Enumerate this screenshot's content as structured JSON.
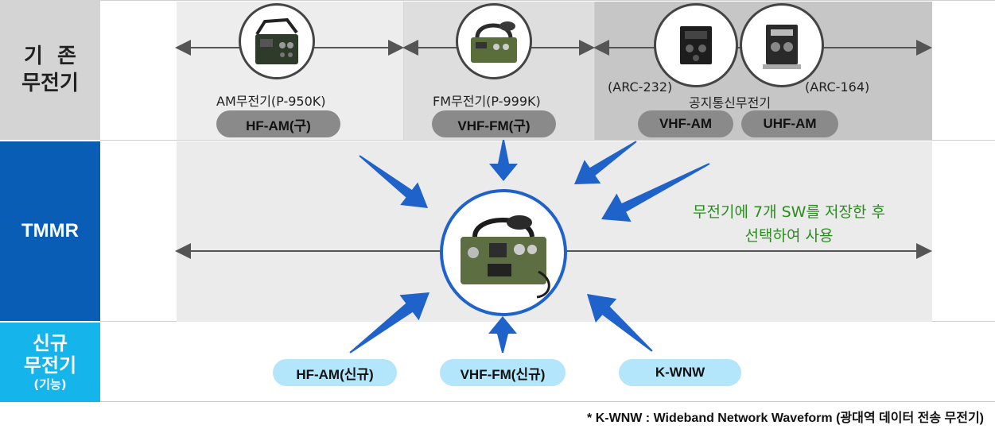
{
  "rows": {
    "existing": {
      "label_line1": "기  존",
      "label_line2": "무전기"
    },
    "tmmr": {
      "label": "TMMR"
    },
    "new": {
      "label_line1": "신규",
      "label_line2": "무전기",
      "label_line3": "(기능)"
    }
  },
  "existing_radios": {
    "am": {
      "caption": "AM무전기(P-950K)",
      "badge": "HF-AM(구)"
    },
    "fm": {
      "caption": "FM무전기(P-999K)",
      "badge": "VHF-FM(구)"
    },
    "air": {
      "caption": "공지통신무전기",
      "left_model": "(ARC-232)",
      "right_model": "(ARC-164)",
      "badge_left": "VHF-AM",
      "badge_right": "UHF-AM"
    }
  },
  "tmmr_note": {
    "line1": "무전기에 7개 SW를 저장한 후",
    "line2": "선택하여 사용"
  },
  "new_radios": {
    "hf": "HF-AM(신규)",
    "vhf": "VHF-FM(신규)",
    "wnw": "K-WNW"
  },
  "footnote": "* K-WNW : Wideband Network Waveform (광대역 데이터 전송 무전기)",
  "colors": {
    "tmmr_blue": "#0a5db5",
    "new_cyan": "#15b4ea",
    "arrow_blue": "#1f62c9",
    "note_green": "#2a8c1e",
    "row_gray": "#d4d4d4"
  }
}
